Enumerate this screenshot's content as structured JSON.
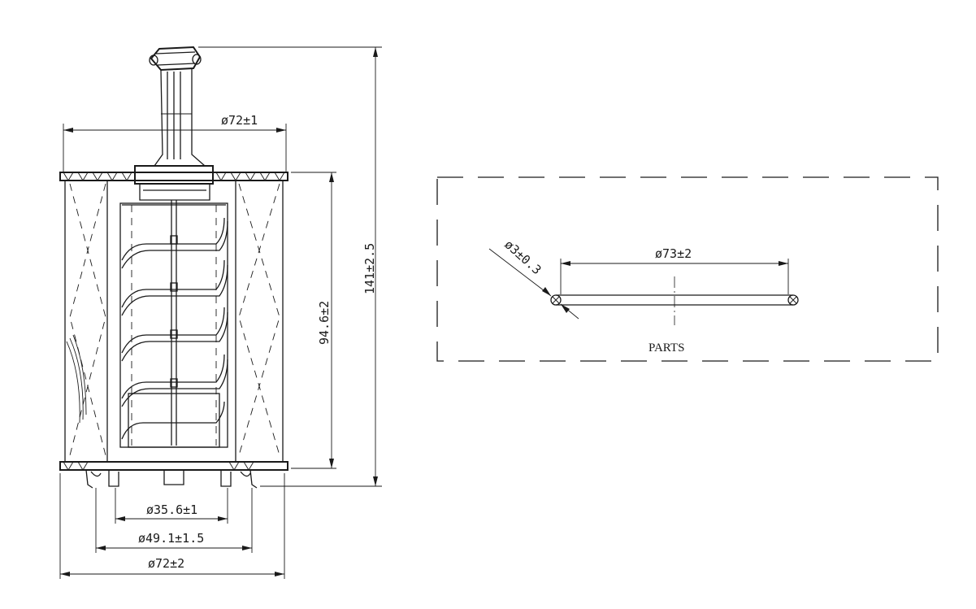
{
  "filter_drawing": {
    "dims": {
      "top_diameter": "ø72±1",
      "total_height": "141±2.5",
      "body_height": "94.6±2",
      "inner_diameter": "ø35.6±1",
      "mid_diameter": "ø49.1±1.5",
      "bottom_diameter": "ø72±2"
    }
  },
  "parts_drawing": {
    "ring_diameter": "ø73±2",
    "cross_section": "ø3±0.3",
    "caption": "PARTS"
  }
}
